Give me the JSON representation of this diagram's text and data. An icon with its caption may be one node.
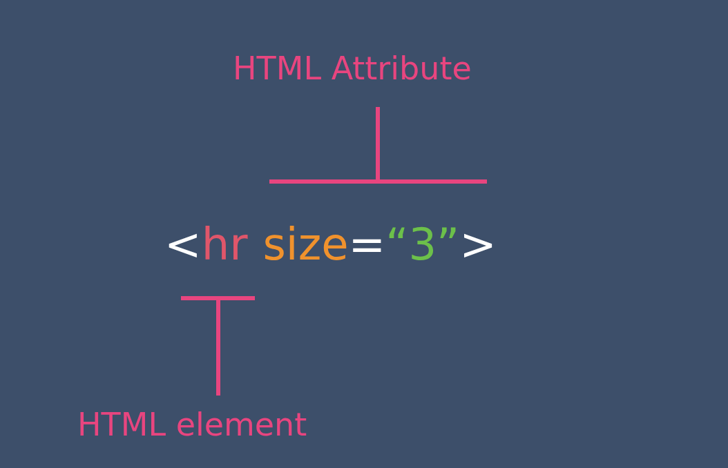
{
  "diagram": {
    "labels": [
      "HTML Attribute",
      "<",
      "hr",
      "size",
      "=",
      "“3”",
      ">",
      "HTML element"
    ]
  }
}
